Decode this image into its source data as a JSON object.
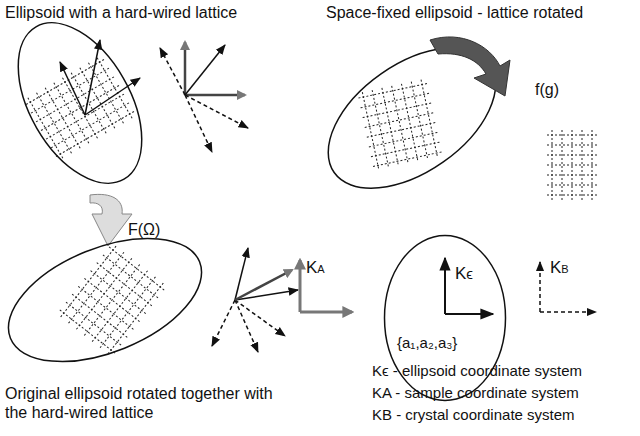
{
  "diagram": {
    "nodes": [
      {
        "text": [
          "Kϵ",
          "{a₁,a₂,a₃}"
        ]
      }
    ],
    "labels": [
      "Ellipsoid with a hard-wired lattice",
      "Space-fixed ellipsoid - lattice rotated",
      "F(Ω)",
      "f(g)",
      "Original ellipsoid rotated together with the hard-wired lattice",
      "KA",
      "KB",
      "Kϵ - ellipsoid coordinate system",
      "KA - sample coordinate system",
      "KB - crystal coordinate system"
    ]
  }
}
